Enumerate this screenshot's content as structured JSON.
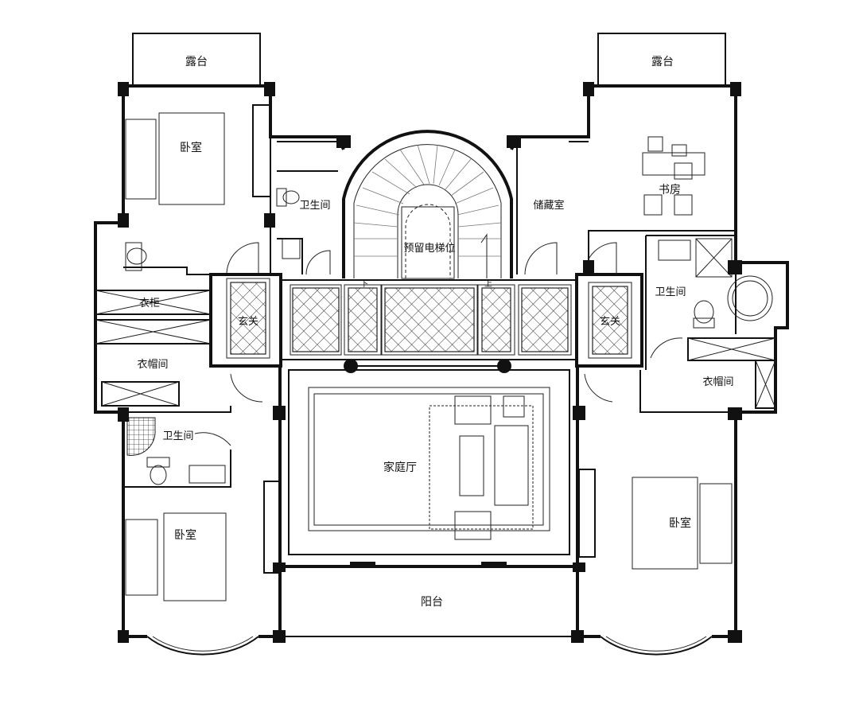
{
  "rooms": {
    "terrace_left": "露台",
    "terrace_right": "露台",
    "bedroom_top_left": "卧室",
    "bath_top_center": "卫生间",
    "elevator": "预留电梯位",
    "storage": "储藏室",
    "study": "书房",
    "closet": "衣柜",
    "foyer_left": "玄关",
    "foyer_right": "玄关",
    "bath_right": "卫生间",
    "wardrobe_left": "衣帽间",
    "wardrobe_right": "衣帽间",
    "bath_bottom_left": "卫生间",
    "family_hall": "家庭厅",
    "bedroom_bottom_left": "卧室",
    "bedroom_right": "卧室",
    "balcony": "阳台"
  },
  "stair_marks": {
    "down": "下",
    "up": "上"
  }
}
